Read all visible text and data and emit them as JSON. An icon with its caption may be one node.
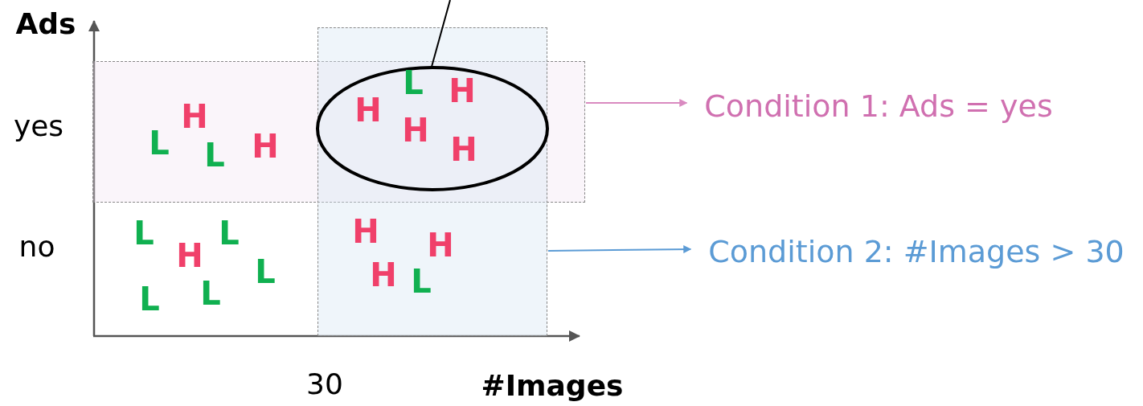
{
  "diagram": {
    "nodes": [
      {
        "text": [],
        "shape": "box"
      },
      {
        "text": [],
        "shape": "box"
      },
      {
        "text": [],
        "shape": "ellipse"
      },
      {
        "text": [
          "Condition 1: Ads = yes"
        ]
      },
      {
        "text": [
          "Condition 2: #Images > 30"
        ]
      }
    ],
    "edges": [
      {
        "from": 0,
        "to": 3,
        "arrow": "to",
        "color": "#d98ac0"
      },
      {
        "from": 1,
        "to": 4,
        "arrow": "to",
        "color": "#5b9bd5"
      },
      {
        "from": null,
        "to": 2,
        "arrow": "none",
        "color": "#000000"
      }
    ],
    "labels": [
      "Ads",
      "L",
      "H",
      "H",
      "H",
      "yes",
      "H",
      "L",
      "H",
      "H",
      "L",
      "H",
      "L",
      "L",
      "no",
      "H",
      "H",
      "L",
      "H",
      "L",
      "L",
      "L",
      "30",
      "#Images"
    ]
  }
}
